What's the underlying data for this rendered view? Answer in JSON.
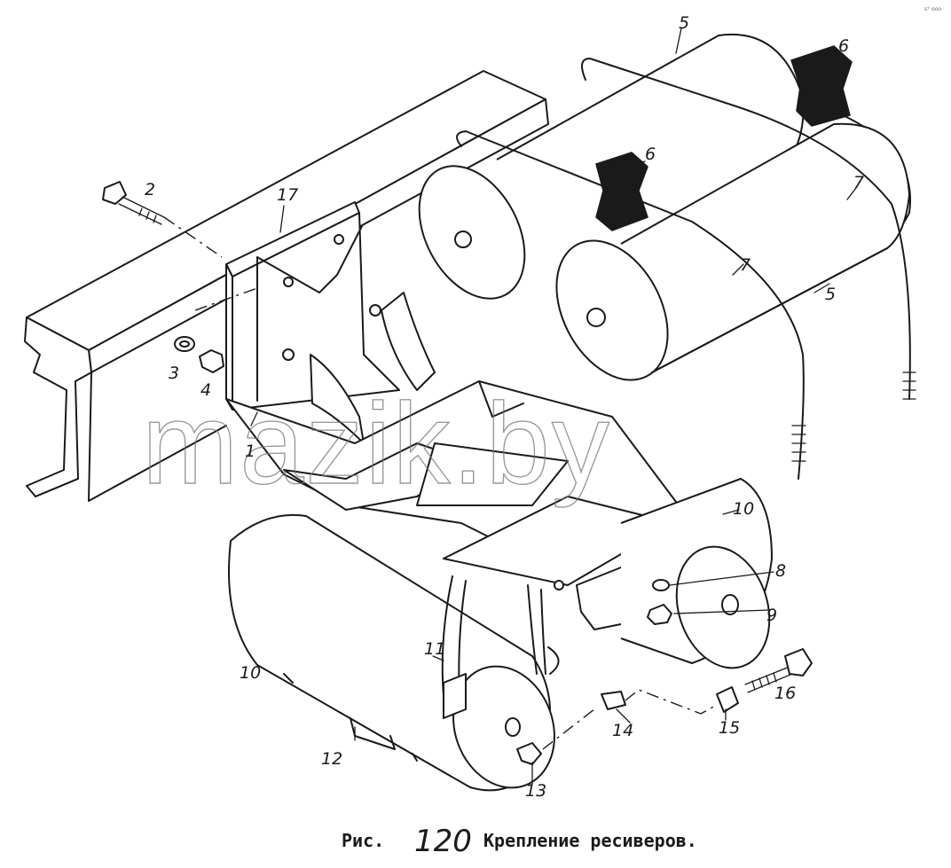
{
  "corner_mark": "s° ooo",
  "watermark": "mazik.by",
  "callouts": [
    "1",
    "2",
    "3",
    "4",
    "5",
    "5",
    "6",
    "6",
    "7",
    "7",
    "8",
    "9",
    "10",
    "10",
    "11",
    "12",
    "13",
    "14",
    "15",
    "16",
    "17"
  ],
  "caption": {
    "prefix": "Рис.",
    "number": "120",
    "title": "Крепление ресиверов."
  }
}
